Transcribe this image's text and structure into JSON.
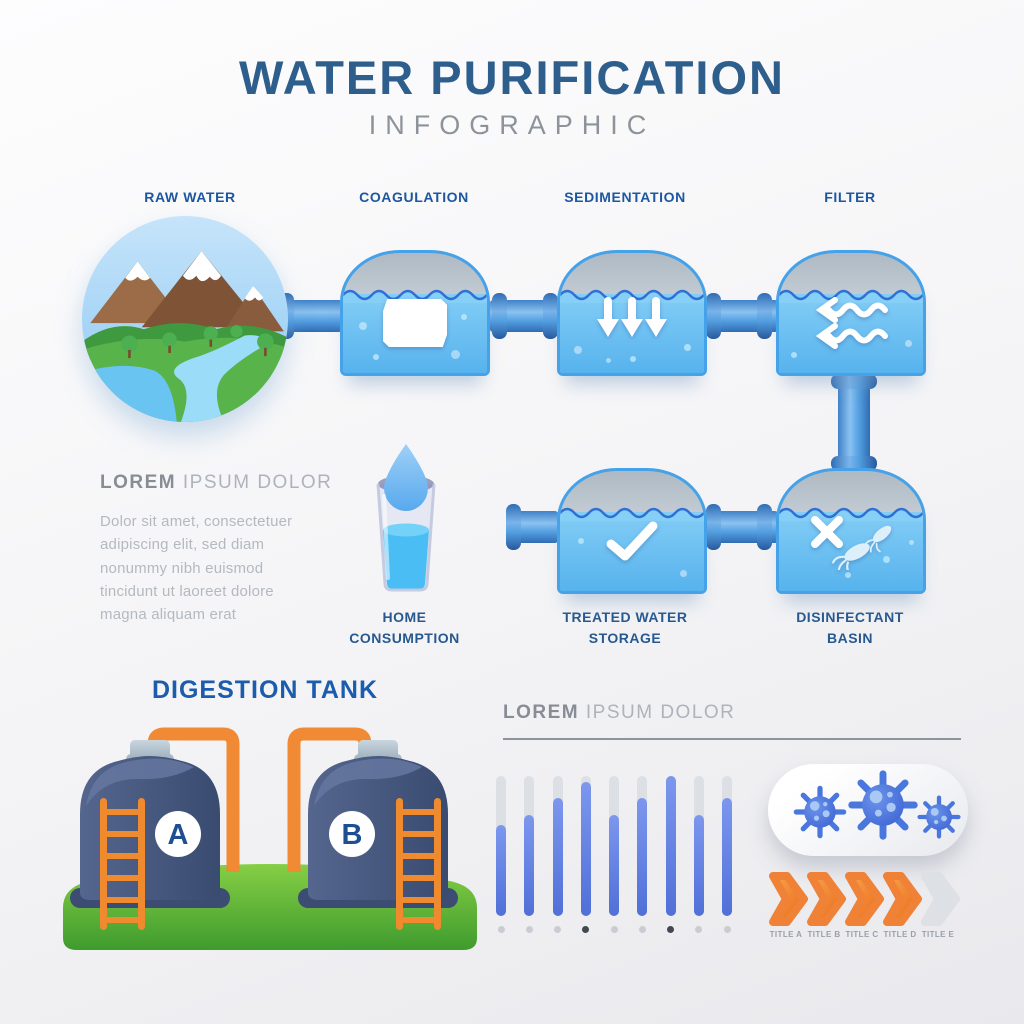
{
  "header": {
    "title": "WATER PURIFICATION",
    "subtitle": "INFOGRAPHIC"
  },
  "stages": [
    {
      "label": "RAW WATER",
      "icon": "landscape-river-icon"
    },
    {
      "label": "COAGULATION",
      "icon": "recycle-arrows-icon"
    },
    {
      "label": "SEDIMENTATION",
      "icon": "down-arrows-icon"
    },
    {
      "label": "FILTER",
      "icon": "wave-arrows-icon"
    }
  ],
  "secondary_labels": {
    "home_consumption": "HOME CONSUMPTION",
    "treated_water": "TREATED WATER STORAGE",
    "disinfectant": "DISINFECTANT BASIN"
  },
  "lorem_left": {
    "bold": "LOREM",
    "light": " IPSUM DOLOR",
    "body": "Dolor sit amet, consectetuer adipiscing elit, sed diam nonummy nibh euismod tincidunt ut laoreet dolore magna aliquam erat"
  },
  "digestion": {
    "title": "DIGESTION TANK",
    "tank_a": "A",
    "tank_b": "B"
  },
  "stats": {
    "bold": "LOREM",
    "light": " IPSUM DOLOR"
  },
  "chart_data": {
    "type": "bar",
    "values": [
      65,
      72,
      84,
      96,
      72,
      84,
      100,
      72,
      84
    ],
    "ylim": [
      0,
      100
    ],
    "dots": [
      false,
      false,
      false,
      true,
      false,
      false,
      true,
      false,
      false
    ],
    "title": "",
    "xlabel": "",
    "ylabel": "",
    "legend": "none",
    "style": "rounded slider bars on gray tracks with marker dots below"
  },
  "process_steps": {
    "labels": [
      "TITLE A",
      "TITLE B",
      "TITLE C",
      "TITLE D",
      "TITLE E"
    ],
    "active_count": 4
  },
  "icons": {
    "raw_water": "landscape-river-icon",
    "coagulation": "recycle-arrows-icon",
    "sedimentation": "down-arrows-icon",
    "filter": "wave-arrows-icon",
    "home": "water-glass-drop-icon",
    "treated": "check-icon",
    "disinfectant": "x-bacteria-icon",
    "panel": "virus-icons"
  },
  "colors": {
    "title_blue": "#2e5f8c",
    "label_blue": "#1c57a0",
    "accent_blue": "#1b5cad",
    "water_blue": "#57b3ed",
    "pipe_blue": "#3f82c9",
    "tank_navy": "#45567c",
    "orange": "#f08a35",
    "chevron_orange": "#ee7524",
    "chevron_gray": "#dde0e5",
    "bar_blue": "#5070d8",
    "ground_green": "#57b33c",
    "gray_text": "#9aa0a8"
  }
}
